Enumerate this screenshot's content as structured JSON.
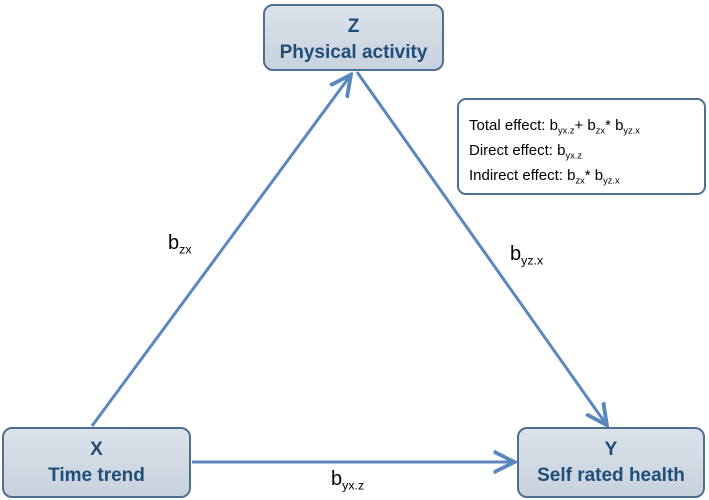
{
  "nodes": {
    "z": {
      "letter": "Z",
      "label": "Physical activity"
    },
    "x": {
      "letter": "X",
      "label": "Time trend"
    },
    "y": {
      "letter": "Y",
      "label": "Self rated health"
    }
  },
  "coefficients": {
    "zx": {
      "base": "b",
      "sub": "zx"
    },
    "yzx": {
      "base": "b",
      "sub": "yz.x"
    },
    "yxz": {
      "base": "b",
      "sub": "yx.z"
    }
  },
  "effects": {
    "total": {
      "label": "Total effect: ",
      "b1": "b",
      "s1": "yx.z",
      "plus": "+ ",
      "b2": "b",
      "s2": "zx",
      "star": "* ",
      "b3": "b",
      "s3": "yz.x"
    },
    "direct": {
      "label": "Direct effect: ",
      "b1": "b",
      "s1": "yx.z"
    },
    "indirect": {
      "label": "Indirect effect: ",
      "b1": "b",
      "s1": "zx",
      "star": "* ",
      "b2": "b",
      "s2": "yz.x"
    }
  },
  "colors": {
    "arrow": "#5b87bf",
    "box_border": "#4f6f91",
    "box_fill": "#d3dbe4",
    "box_text": "#1f4e79"
  }
}
